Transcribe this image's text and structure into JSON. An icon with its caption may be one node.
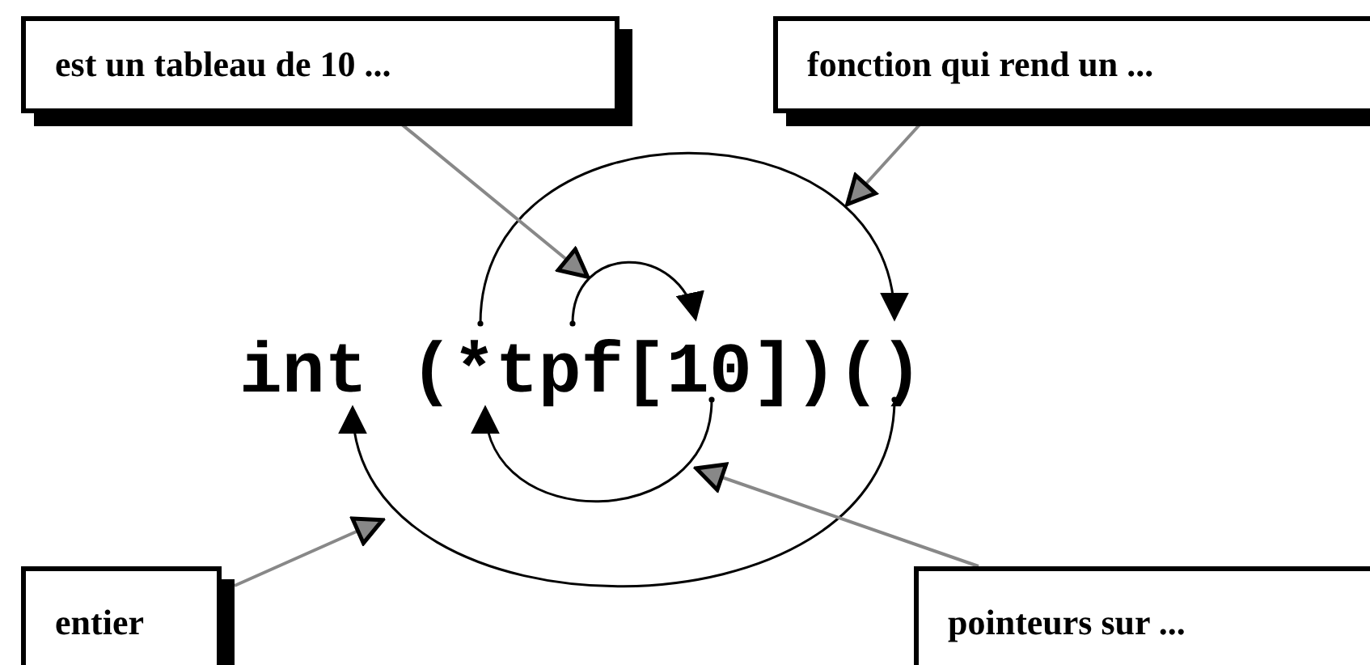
{
  "diagram": {
    "nodes": [
      {
        "text": [
          "est un tableau de 10 ..."
        ]
      },
      {
        "text": [
          "fonction qui rend un ..."
        ]
      },
      {
        "text": [
          "entier"
        ]
      },
      {
        "text": [
          "pointeurs sur ..."
        ]
      }
    ],
    "edges": [
      {
        "from": 0,
        "to": null,
        "arrow": "to"
      },
      {
        "from": 1,
        "to": null,
        "arrow": "to"
      },
      {
        "from": 2,
        "to": null,
        "arrow": "to"
      },
      {
        "from": 3,
        "to": null,
        "arrow": "to"
      }
    ],
    "labels": [
      "int (*tpf[10])()"
    ]
  }
}
